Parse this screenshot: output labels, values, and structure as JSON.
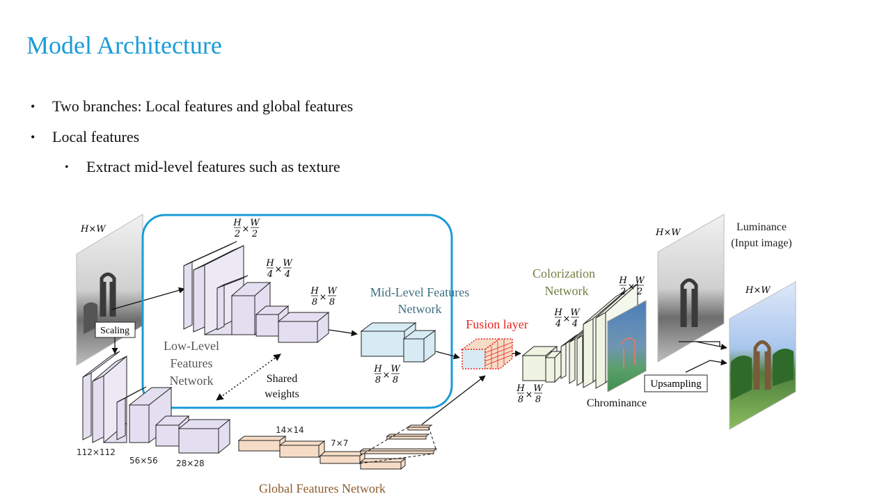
{
  "slide": {
    "title": "Model Architecture",
    "bullets": [
      {
        "level": 1,
        "text": "Two branches: Local features and global features"
      },
      {
        "level": 1,
        "text": "Local features"
      },
      {
        "level": 2,
        "text": "Extract mid-level features such as texture"
      }
    ]
  },
  "diagram": {
    "input_dims": "H×W",
    "output_luminance_dims": "H×W",
    "output_color_dims": "H×W",
    "scaling_label": "Scaling",
    "upsampling_label": "Upsampling",
    "low_level_lines": [
      "Low-Level",
      "Features",
      "Network"
    ],
    "mid_level_lines": [
      "Mid-Level Features",
      "Network"
    ],
    "colorization_lines": [
      "Colorization",
      "Network"
    ],
    "fusion_label": "Fusion layer",
    "shared_lines": [
      "Shared",
      "weights"
    ],
    "global_label": "Global Features Network",
    "luminance_lines": [
      "Luminance",
      "(Input image)"
    ],
    "chrominance_label": "Chrominance",
    "size_112": "112×112",
    "size_56": "56×56",
    "size_28": "28×28",
    "size_14": "14×14",
    "size_7": "7×7",
    "frac_H": "H",
    "frac_W": "W",
    "frac_2": "2",
    "frac_4": "4",
    "frac_8": "8",
    "times": "×",
    "colors": {
      "title": "#1a9bd7",
      "highlight_box": "#1a9bd7",
      "low_level_layer": "#e4dff0",
      "mid_level_layer": "#d6ebf3",
      "global_layer": "#f6dcc6",
      "colorization_layer": "#eef3e2",
      "fusion_label": "#e8241d",
      "mid_label": "#3f6f82",
      "colorization_label": "#6f7f3f",
      "global_label": "#8a5a2b"
    }
  }
}
